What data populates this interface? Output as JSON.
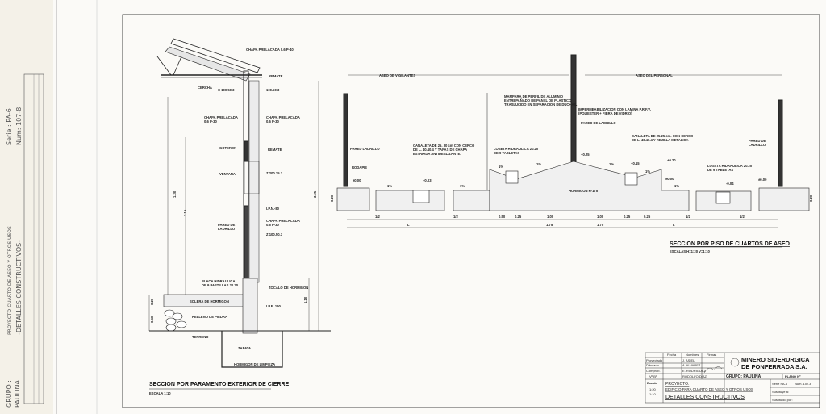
{
  "side_strip": {
    "group": "GRUPO :",
    "group_name": "PAULINA",
    "project": "PROYECTO CUARTO DE ASEO Y OTROS USOS",
    "subtitle": "-DETALLES CONSTRUCTIVOS-",
    "serie": "Serie : PA-6",
    "num": "Num: 107-8"
  },
  "left_section": {
    "title": "SECCION POR PARAMENTO EXTERIOR DE CIERRE",
    "scale": "ESCALA 1:10",
    "labels": [
      "CHAPA PRELACADA 0.6 P-40",
      "REMATE",
      "CERCHA",
      "C 100.50.3",
      "100.50.3",
      "CHAPA PRELACADA",
      "0.6 P-30",
      "CHAPA PRELACADA",
      "0.6 P-30",
      "GOTERON",
      "REMATE",
      "VENTANA",
      "Z 200.75.3",
      "I.P.N.-80",
      "CHAPA PRELACADA",
      "0.6 P-30",
      "PARED DE",
      "LADRILLO",
      "Z 100.50.3",
      "PLACA HIDRAULICA",
      "DE 9 PASTILLAS 20.20",
      "ZOCALO DE HORMIGON",
      "SOLERA DE HORMIGON",
      "I.P.E. 160",
      "RELLENO DE PIEDRA",
      "TERRENO",
      "ZAPATA",
      "HORMIGON DE LIMPIEZA",
      "1.30",
      "3.25",
      "3.15",
      "0.20",
      "0.40",
      "1.10"
    ]
  },
  "right_section": {
    "title": "SECCION POR PISO DE CUARTOS DE ASEO",
    "scale": "ESCALAS H=1:20 V=1:10",
    "zone_left": "ASEO DE VIGILANTES",
    "zone_right": "ASEO DEL PERSONAL",
    "labels": [
      "MAMPARA DE PERFIL DE ALUMINIO",
      "ENTREPAÑADO DE PANEL DE PLASTICO",
      "TRASLUCIDO EN SEPARACION DE DUCHAS.",
      "IMPERMEABILIZACION CON LAMINA P.R.F.V.",
      "(POLIESTER + FIBRA DE VIDRIO)",
      "PARED DE LADRILLO",
      "CANALETA DE 25.25 cm. CON CERCO",
      "DE L. 40.40.4 Y REJILLA METALICA",
      "PARED LADRILLO",
      "CANALETA DE 25. 30 cm CON CERCO",
      "DE L. 40.40.4 Y TAPAS DE CHAPA",
      "ESTRIADA ANTIDESLIZANTE.",
      "LOSETA HIDRAULICA 20.20",
      "DE 9 TABLETAS",
      "PARED DE",
      "LADRILLO",
      "LOSETA HIDRAULICA 20.20",
      "DE 9 TABLETAS",
      "RODAPIE",
      "±0.00",
      "-0.03",
      "+0.25",
      "+0.15",
      "+0.20",
      "±0.00",
      "-0.04",
      "±0.00",
      "1%",
      "1%",
      "1%",
      "1%",
      "1%",
      "1%",
      "1%",
      "HORMIGON H-175",
      "1/2",
      "1/2",
      "0.50",
      "0.25",
      "1.00",
      "1.00",
      "0.25",
      "0.25",
      "1/2",
      "1/2",
      "L",
      "1.75",
      "1.75",
      "L",
      "0.20",
      "0.20"
    ]
  },
  "title_block": {
    "headers": [
      "Fecha",
      "Nombres",
      "Firmas"
    ],
    "roles": [
      "Proyectado",
      "Dibujado",
      "Comprob.",
      "Vº Bº"
    ],
    "names": [
      "J. ASIEL",
      "A. ALVAREZ",
      "E. RODRIGUEZ",
      "RODOLFO DIAZ"
    ],
    "company_line1": "MINERO SIDERURGICA",
    "company_line2": "DE PONFERRADA S.A.",
    "group": "GRUPO: PAULINA",
    "plan_no": "PLANO Nº",
    "scale_label": "Escala",
    "scale_values": [
      "1:20",
      "1:10"
    ],
    "project_label": "PROYECTO:",
    "project_name": "EDIFICIO PARA CUARTO DE ASEO Y OTROS USOS",
    "drawing_title": "DETALLES CONSTRUCTIVOS",
    "serie": "Serie PA-6",
    "num": "Num. 107-8",
    "replaces": "Sustituye a:",
    "replaced_by": "Sustituido por:"
  }
}
